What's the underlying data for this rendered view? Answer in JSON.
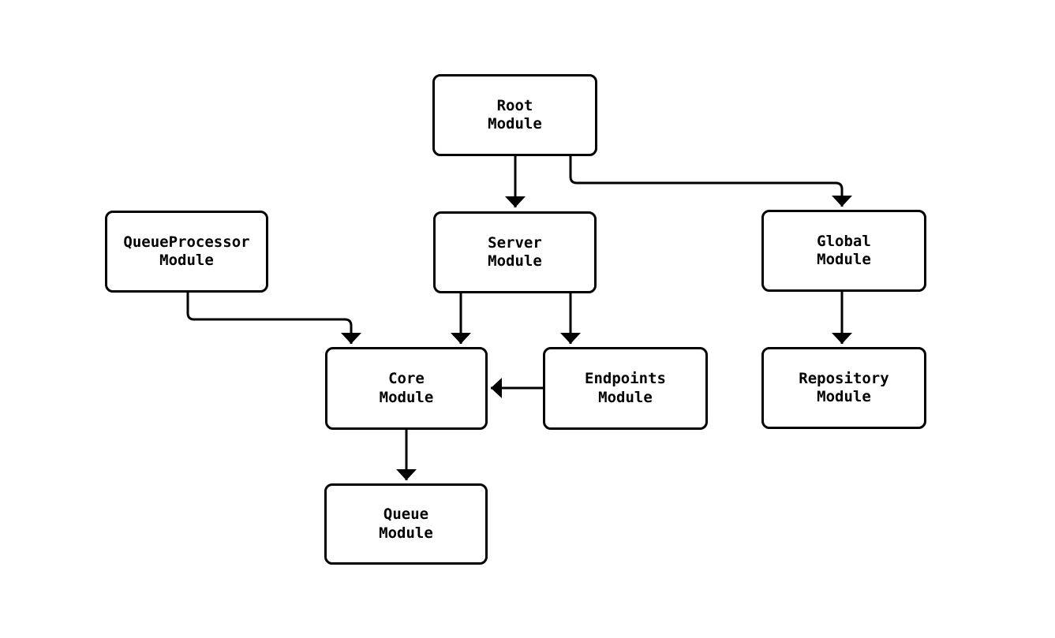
{
  "diagram": {
    "type": "module-dependency-diagram",
    "background_color": "#ffffff",
    "node_fill_color": "#ffffff",
    "node_border_color": "#000000",
    "edge_color": "#000000",
    "text_color": "#000000"
  },
  "nodes": {
    "root": {
      "label": "Root\nModule"
    },
    "queueprocessor": {
      "label": "QueueProcessor\nModule"
    },
    "server": {
      "label": "Server\nModule"
    },
    "global": {
      "label": "Global\nModule"
    },
    "core": {
      "label": "Core\nModule"
    },
    "endpoints": {
      "label": "Endpoints\nModule"
    },
    "repository": {
      "label": "Repository\nModule"
    },
    "queue": {
      "label": "Queue\nModule"
    }
  },
  "edges": [
    {
      "from": "Root Module",
      "to": "Server Module"
    },
    {
      "from": "Root Module",
      "to": "Global Module"
    },
    {
      "from": "QueueProcessor Module",
      "to": "Core Module"
    },
    {
      "from": "Server Module",
      "to": "Core Module"
    },
    {
      "from": "Server Module",
      "to": "Endpoints Module"
    },
    {
      "from": "Endpoints Module",
      "to": "Core Module"
    },
    {
      "from": "Global Module",
      "to": "Repository Module"
    },
    {
      "from": "Core Module",
      "to": "Queue Module"
    }
  ]
}
